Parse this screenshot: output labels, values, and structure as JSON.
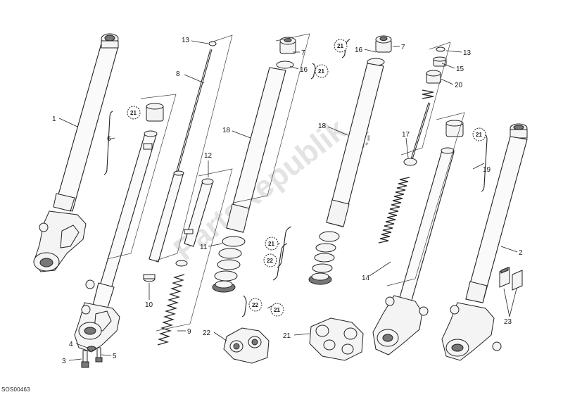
{
  "drawing_code": "SOS00463",
  "watermark": "PartsRepublik",
  "ref_code": "21",
  "callouts": [
    "1",
    "2",
    "3",
    "4",
    "5",
    "6",
    "7",
    "8",
    "9",
    "10",
    "11",
    "12",
    "13",
    "14",
    "15",
    "16",
    "17",
    "18",
    "19",
    "20",
    "21",
    "22",
    "23"
  ],
  "colors": {
    "line": "#222222",
    "background": "#ffffff",
    "watermark": "#9a9a9a"
  }
}
